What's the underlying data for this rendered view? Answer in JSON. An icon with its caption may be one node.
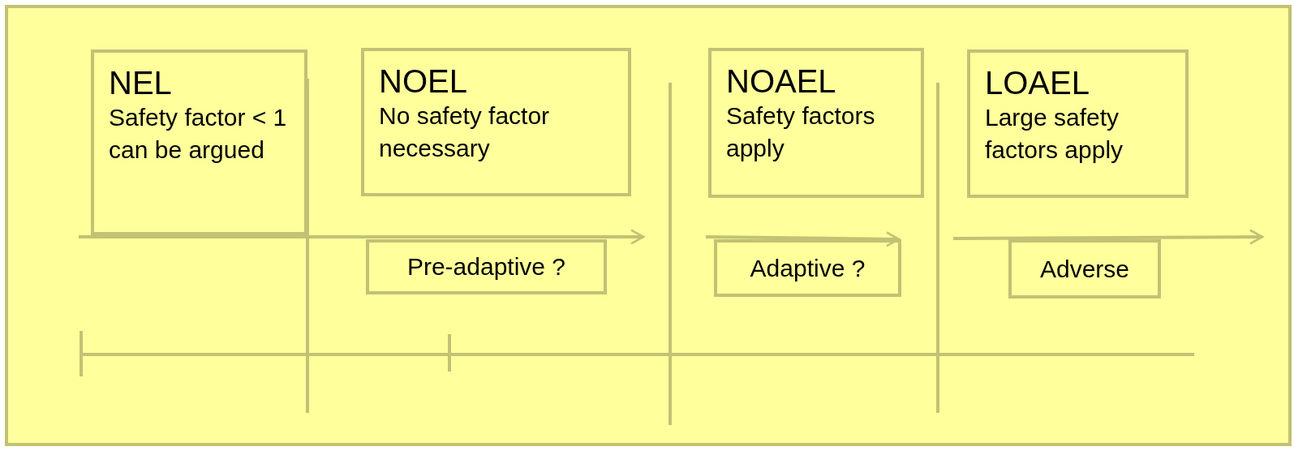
{
  "diagram": {
    "nodes": [
      {
        "text": [
          "NEL",
          "Safety factor < 1 can be argued"
        ]
      },
      {
        "text": [
          "NOEL",
          "No safety factor necessary"
        ]
      },
      {
        "text": [
          "NOAEL",
          "Safety factors apply"
        ]
      },
      {
        "text": [
          "LOAEL",
          "Large safety factors apply"
        ]
      },
      {
        "text": [
          "Pre-adaptive ?"
        ]
      },
      {
        "text": [
          "Adaptive ?"
        ]
      },
      {
        "text": [
          "Adverse"
        ]
      }
    ]
  }
}
